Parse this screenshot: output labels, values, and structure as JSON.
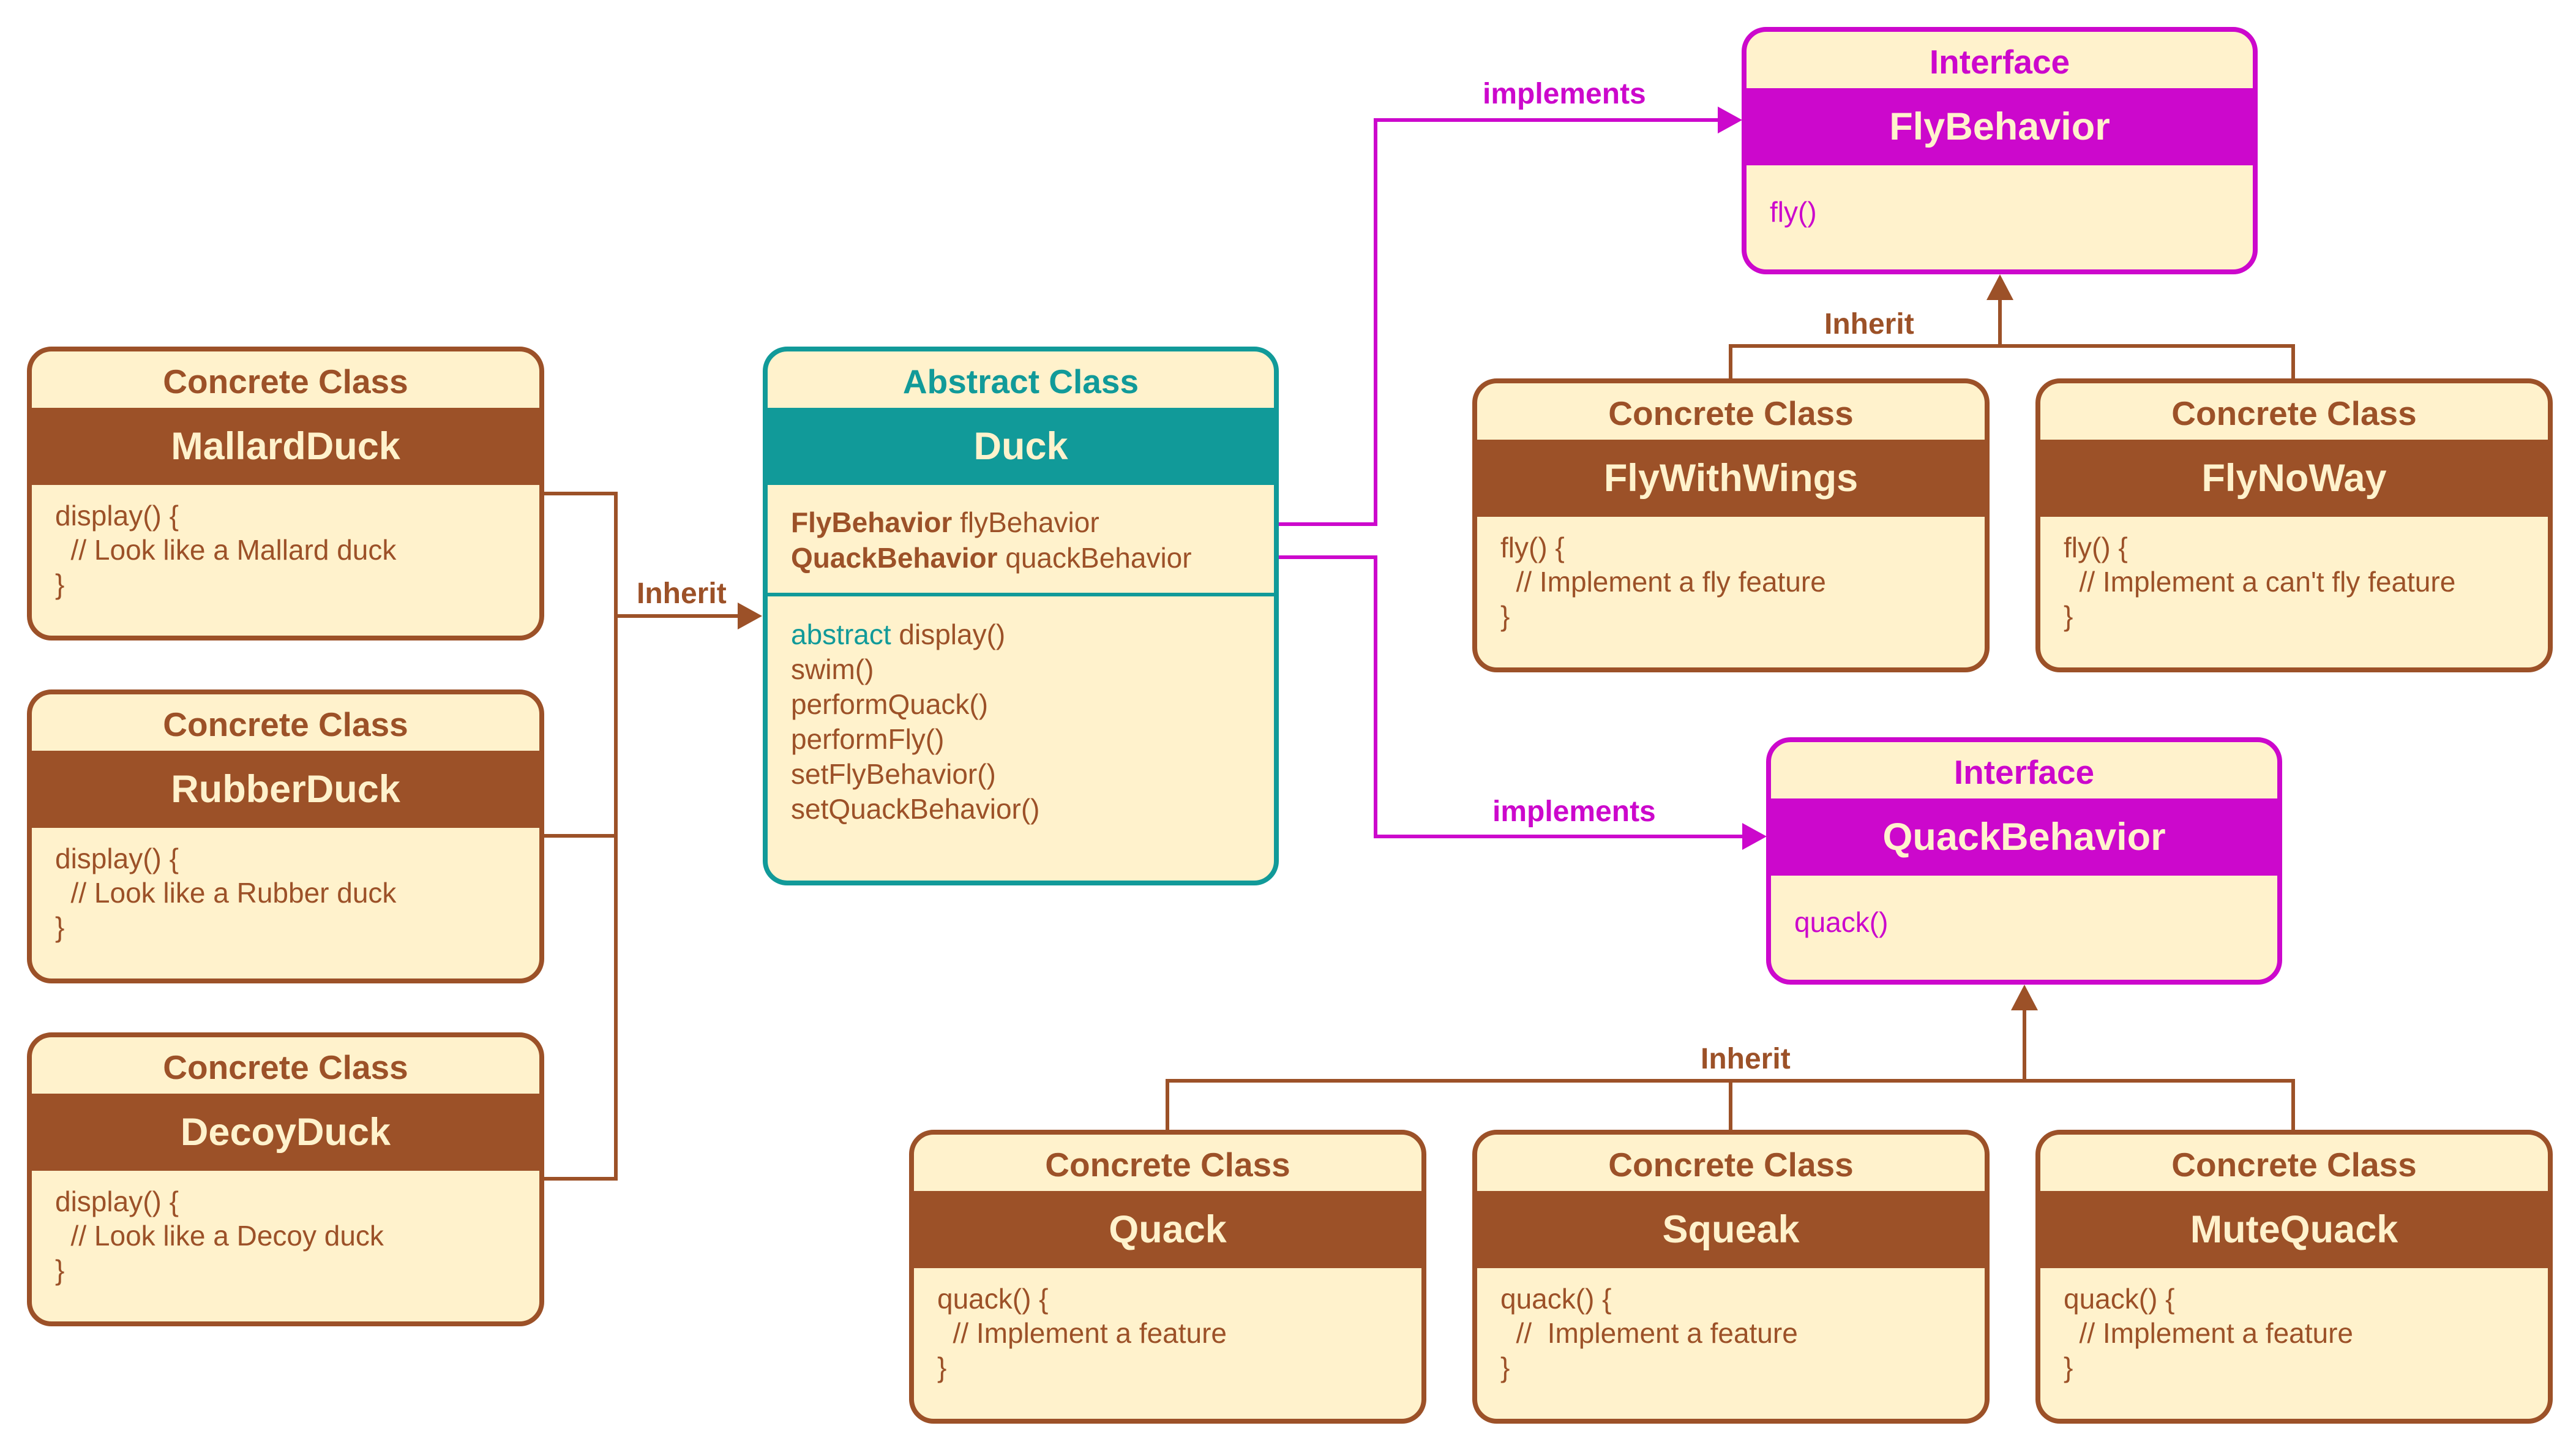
{
  "colors": {
    "brown": "#9c5128",
    "teal": "#119a99",
    "purple": "#cc08cc",
    "fill": "#fff2cc"
  },
  "ducks": [
    {
      "stereotype": "Concrete Class",
      "name": "MallardDuck",
      "body": "display() {\n  // Look like a Mallard duck\n}"
    },
    {
      "stereotype": "Concrete Class",
      "name": "RubberDuck",
      "body": "display() {\n  // Look like a Rubber duck\n}"
    },
    {
      "stereotype": "Concrete Class",
      "name": "DecoyDuck",
      "body": "display() {\n  // Look like a Decoy duck\n}"
    }
  ],
  "duck": {
    "stereotype": "Abstract Class",
    "name": "Duck",
    "attributes": [
      {
        "type": "FlyBehavior",
        "name": " flyBehavior"
      },
      {
        "type": "QuackBehavior",
        "name": " quackBehavior"
      }
    ],
    "abstract_keyword": "abstract",
    "abstract_method": " display()",
    "methods": "swim()\nperformQuack()\nperformFly()\nsetFlyBehavior()\nsetQuackBehavior()"
  },
  "fly_interface": {
    "stereotype": "Interface",
    "name": "FlyBehavior",
    "body": "fly()"
  },
  "quack_interface": {
    "stereotype": "Interface",
    "name": "QuackBehavior",
    "body": "quack()"
  },
  "fly_impls": [
    {
      "stereotype": "Concrete Class",
      "name": "FlyWithWings",
      "body": "fly() {\n  // Implement a fly feature\n}"
    },
    {
      "stereotype": "Concrete Class",
      "name": "FlyNoWay",
      "body": "fly() {\n  // Implement a can't fly feature\n}"
    }
  ],
  "quack_impls": [
    {
      "stereotype": "Concrete Class",
      "name": "Quack",
      "body": "quack() {\n  // Implement a feature\n}"
    },
    {
      "stereotype": "Concrete Class",
      "name": "Squeak",
      "body": "quack() {\n  //  Implement a feature\n}"
    },
    {
      "stereotype": "Concrete Class",
      "name": "MuteQuack",
      "body": "quack() {\n  // Implement a feature\n}"
    }
  ],
  "labels": {
    "inherit_ducks": "Inherit",
    "inherit_fly": "Inherit",
    "inherit_quack": "Inherit",
    "implements_fly": "implements",
    "implements_quack": "implements"
  }
}
